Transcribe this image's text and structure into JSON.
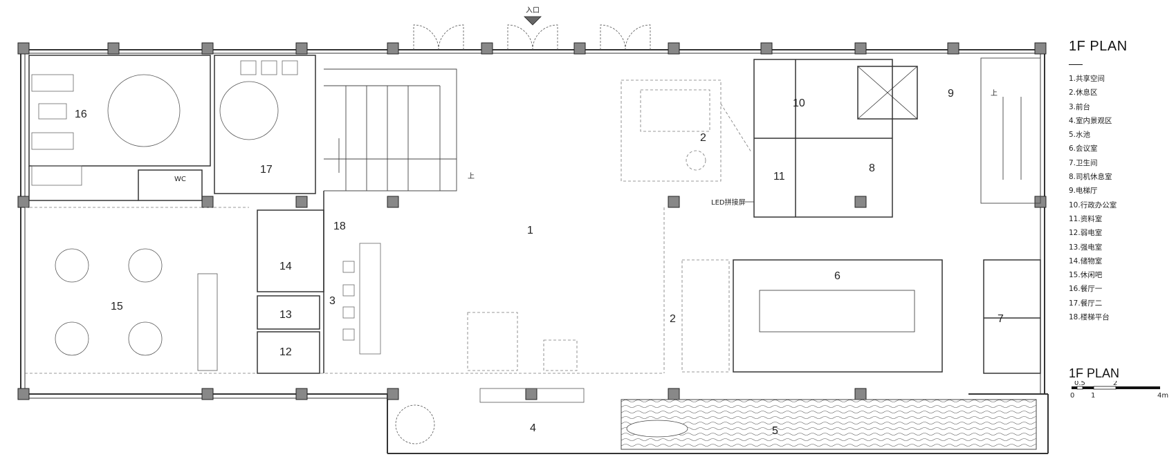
{
  "plan": {
    "title": "1F PLAN",
    "entrance_label": "入口",
    "stair_up_label": "上",
    "led_label": "LED拼接屏",
    "wc_label": "WC"
  },
  "rooms": [
    {
      "num": "1",
      "name": "共享空间"
    },
    {
      "num": "2",
      "name": "休息区"
    },
    {
      "num": "3",
      "name": "前台"
    },
    {
      "num": "4",
      "name": "室内景观区"
    },
    {
      "num": "5",
      "name": "水池"
    },
    {
      "num": "6",
      "name": "会议室"
    },
    {
      "num": "7",
      "name": "卫生间"
    },
    {
      "num": "8",
      "name": "司机休息室"
    },
    {
      "num": "9",
      "name": "电梯厅"
    },
    {
      "num": "10",
      "name": "行政办公室"
    },
    {
      "num": "11",
      "name": "资料室"
    },
    {
      "num": "12",
      "name": "弱电室"
    },
    {
      "num": "13",
      "name": "强电室"
    },
    {
      "num": "14",
      "name": "储物室"
    },
    {
      "num": "15",
      "name": "休闲吧"
    },
    {
      "num": "16",
      "name": "餐厅一"
    },
    {
      "num": "17",
      "name": "餐厅二"
    },
    {
      "num": "18",
      "name": "楼梯平台"
    }
  ],
  "legend": {
    "title": "1F PLAN",
    "items": [
      "1.共享空间",
      "2.休息区",
      "3.前台",
      "4.室内景观区",
      "5.水池",
      "6.会议室",
      "7.卫生间",
      "8.司机休息室",
      "9.电梯厅",
      "10.行政办公室",
      "11.资料室",
      "12.弱电室",
      "13.强电室",
      "14.储物室",
      "15.休闲吧",
      "16.餐厅一",
      "17.餐厅二",
      "18.楼梯平台"
    ]
  },
  "scale_bar": {
    "title": "1F PLAN",
    "labels": [
      "0",
      "0.5",
      "1",
      "2",
      "4m"
    ]
  }
}
